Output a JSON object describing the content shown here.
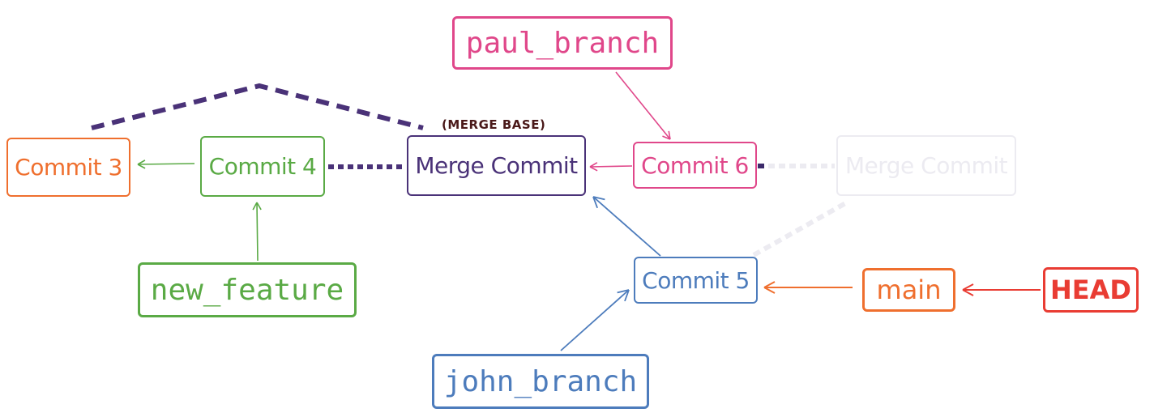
{
  "diagram": {
    "colors": {
      "commit3": "#ef6f2e",
      "commit4": "#5aaa45",
      "merge": "#4a3278",
      "commit6": "#e0478a",
      "ghost": "#ecebf1",
      "commit5": "#4d7cbc",
      "main": "#ef6f2e",
      "head": "#e93c33",
      "annotation": "#4a1919"
    },
    "nodes": {
      "commit3": "Commit 3",
      "commit4": "Commit 4",
      "merge_commit": "Merge Commit",
      "commit6": "Commit 6",
      "ghost_merge_commit": "Merge Commit",
      "commit5": "Commit 5",
      "new_feature": "new_feature",
      "paul_branch": "paul_branch",
      "john_branch": "john_branch",
      "main": "main",
      "head": "HEAD"
    },
    "annotation": "(MERGE BASE)"
  }
}
